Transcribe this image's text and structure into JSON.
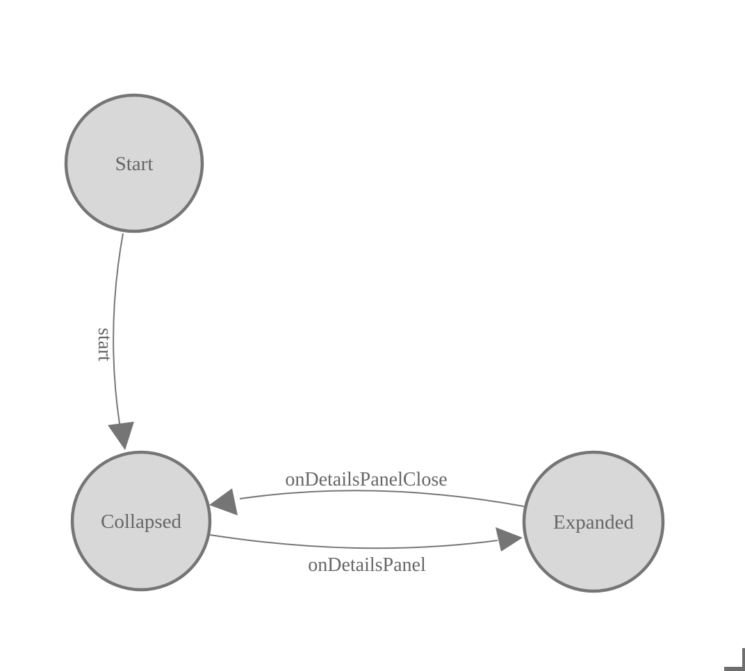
{
  "diagram": {
    "colors": {
      "background": "#ffffff",
      "node_fill": "#d8d8d8",
      "node_border": "#757575",
      "edge": "#757575",
      "text": "#666666",
      "scrollbar": "#6e6e6e"
    },
    "nodes": [
      {
        "id": "Start",
        "label": "Start"
      },
      {
        "id": "Collapsed",
        "label": "Collapsed"
      },
      {
        "id": "Expanded",
        "label": "Expanded"
      }
    ],
    "edges": [
      {
        "label": "start",
        "from": "Start",
        "to": "Collapsed"
      },
      {
        "label": "onDetailsPanelClose",
        "from": "Expanded",
        "to": "Collapsed"
      },
      {
        "label": "onDetailsPanel",
        "from": "Collapsed",
        "to": "Expanded"
      }
    ]
  }
}
